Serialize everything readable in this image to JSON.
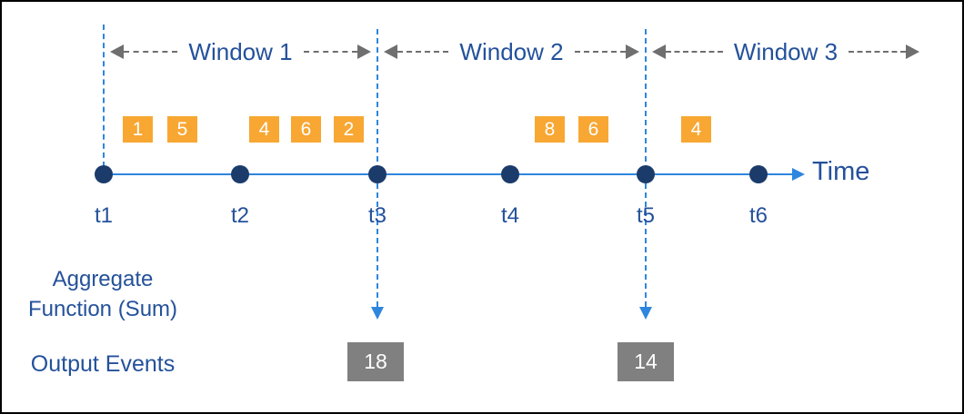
{
  "colors": {
    "accent_blue": "#2E86DE",
    "navy_dot": "#1B3B6B",
    "text_navy": "#24519B",
    "event_orange": "#F8A733",
    "output_gray": "#808080",
    "arrow_gray": "#6F6F6F"
  },
  "windows": [
    {
      "label": "Window 1"
    },
    {
      "label": "Window 2"
    },
    {
      "label": "Window 3"
    }
  ],
  "timeline": {
    "ticks": [
      "t1",
      "t2",
      "t3",
      "t4",
      "t5",
      "t6"
    ],
    "axis_label": "Time"
  },
  "events": [
    {
      "value": "1"
    },
    {
      "value": "5"
    },
    {
      "value": "4"
    },
    {
      "value": "6"
    },
    {
      "value": "2"
    },
    {
      "value": "8"
    },
    {
      "value": "6"
    },
    {
      "value": "4"
    }
  ],
  "labels": {
    "aggregate_line1": "Aggregate",
    "aggregate_line2": "Function (Sum)",
    "output_events": "Output Events"
  },
  "outputs": [
    {
      "value": "18"
    },
    {
      "value": "14"
    }
  ]
}
